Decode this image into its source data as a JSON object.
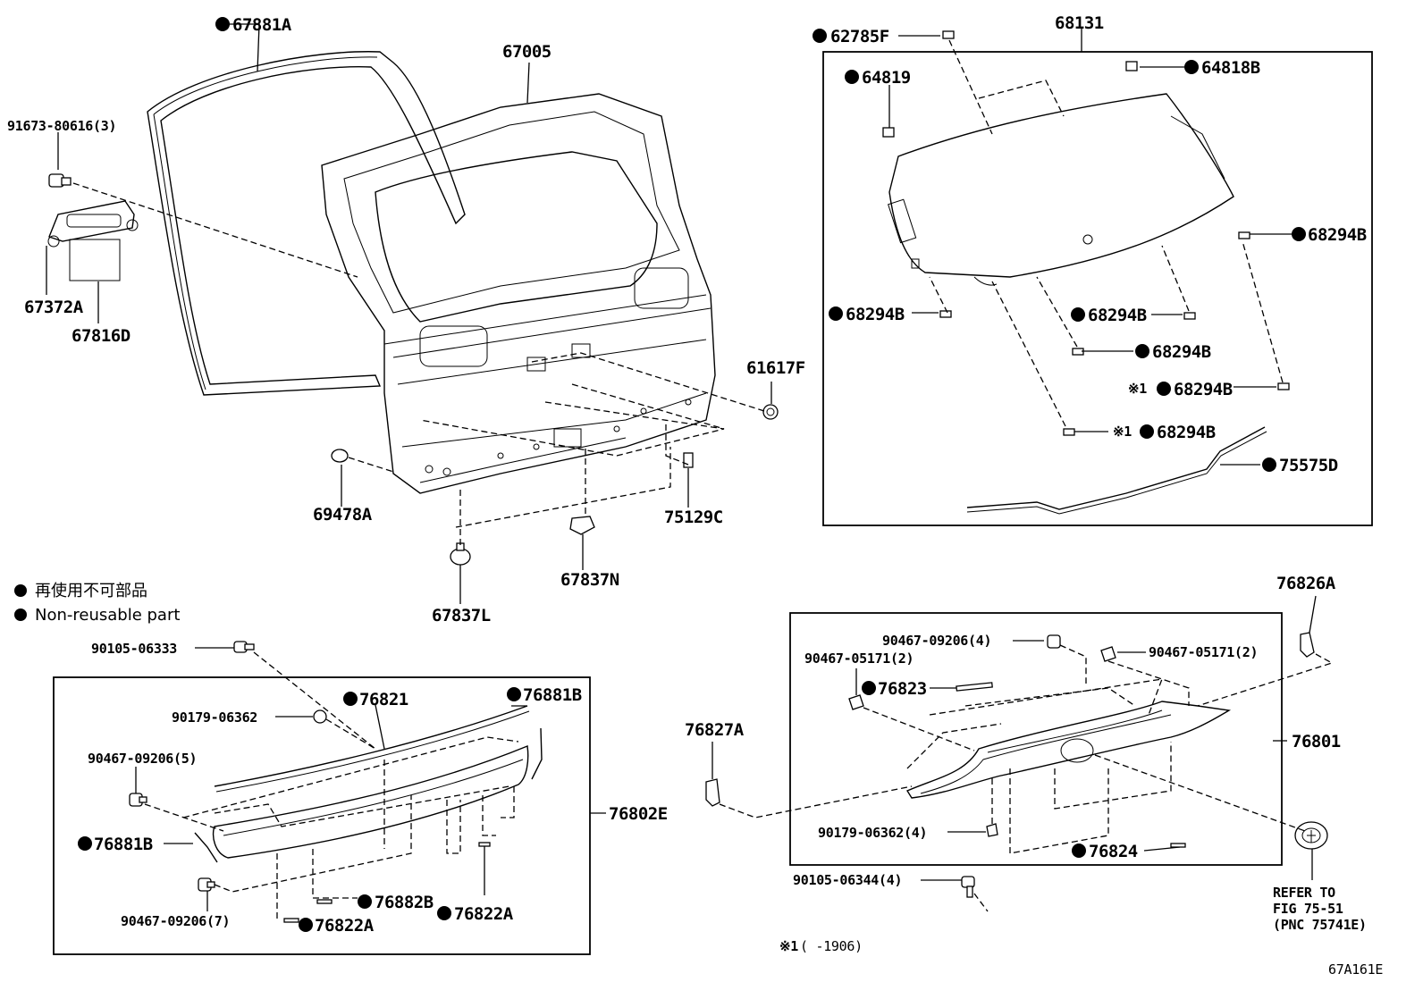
{
  "legend": {
    "non_reusable_jp": "再使用不可部品",
    "non_reusable_en": "Non-reusable part"
  },
  "parts": {
    "p67881A": "67881A",
    "p67005": "67005",
    "p91673": "91673-80616(3)",
    "p67372A": "67372A",
    "p67816D": "67816D",
    "p61617F": "61617F",
    "p69478A": "69478A",
    "p75129C": "75129C",
    "p67837N": "67837N",
    "p67837L": "67837L",
    "p62785F": "62785F",
    "p68131": "68131",
    "p64819": "64819",
    "p64818B": "64818B",
    "p68294B_r": "68294B",
    "p68294B_l": "68294B",
    "p68294B_c1": "68294B",
    "p68294B_c2": "68294B",
    "p68294B_c3": "68294B",
    "p68294B_c4": "68294B",
    "p75575D": "75575D",
    "p90105_06333": "90105-06333",
    "p76821": "76821",
    "p76881B_r": "76881B",
    "p90179_06362": "90179-06362",
    "p90467_09206_5": "90467-09206(5)",
    "p76802E": "76802E",
    "p76881B_l": "76881B",
    "p90467_09206_7": "90467-09206(7)",
    "p76882B": "76882B",
    "p76822A_a": "76822A",
    "p76822A_b": "76822A",
    "p76826A": "76826A",
    "p90467_09206_4": "90467-09206(4)",
    "p90467_05171_2a": "90467-05171(2)",
    "p90467_05171_2b": "90467-05171(2)",
    "p76823": "76823",
    "p76827A": "76827A",
    "p76801": "76801",
    "p90179_06362_4": "90179-06362(4)",
    "p76824": "76824",
    "p90105_06344_4": "90105-06344(4)"
  },
  "markers": {
    "note1": "※1"
  },
  "refer": {
    "line1": "REFER TO",
    "line2": "FIG 75-51",
    "line3": "(PNC 75741E)"
  },
  "footnote": {
    "marker": "※1",
    "text": "(      -1906)"
  },
  "figure_code": "67A161E"
}
